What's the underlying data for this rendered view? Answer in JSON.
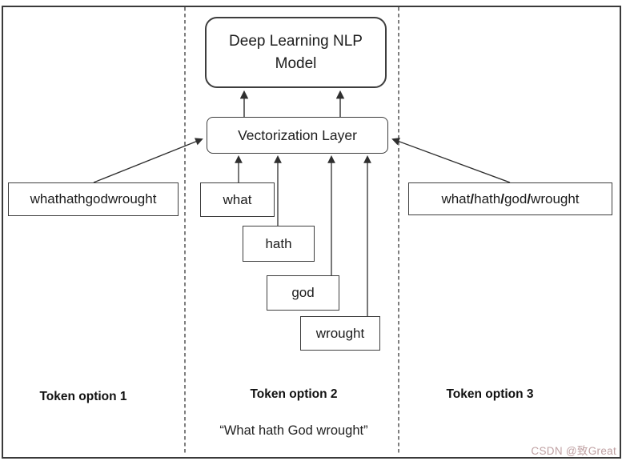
{
  "diagram": {
    "model": {
      "label": "Deep Learning NLP Model"
    },
    "vectorization": {
      "label": "Vectorization Layer"
    },
    "option1": {
      "label": "Token option 1",
      "box_label": "whathathgodwrought"
    },
    "option2": {
      "label": "Token option 2",
      "tokens": [
        "what",
        "hath",
        "god",
        "wrought"
      ]
    },
    "option3": {
      "label": "Token option 3",
      "box_label": "what/hath/god/wrought"
    },
    "quote": "“What hath God wrought”",
    "watermark": "CSDN @致Great",
    "colors": {
      "line": "#2f2f2f",
      "watermark": "#bfa0a2"
    }
  }
}
